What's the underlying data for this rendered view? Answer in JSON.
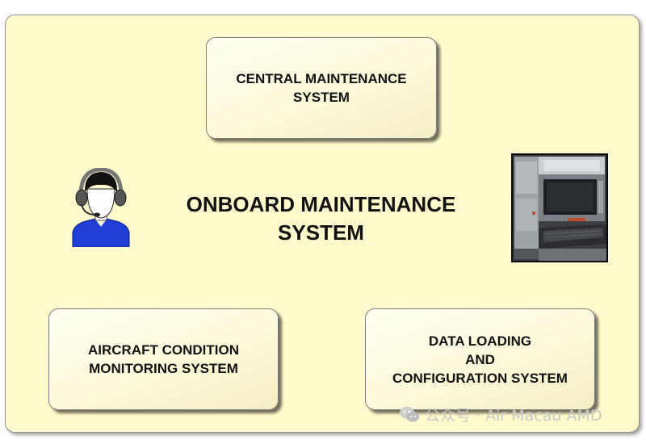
{
  "diagram": {
    "center_title": "ONBOARD MAINTENANCE\nSYSTEM",
    "boxes": {
      "central": "CENTRAL MAINTENANCE\nSYSTEM",
      "acms": "AIRCRAFT CONDITION\nMONITORING SYSTEM",
      "dlcs": "DATA LOADING\nAND\nCONFIGURATION SYSTEM"
    }
  },
  "watermark": {
    "text": "公众号 · Air Macau AMD"
  },
  "icons": {
    "pilot": "pilot-headset-icon",
    "terminal": "maintenance-terminal-icon",
    "wechat": "wechat-icon"
  },
  "colors": {
    "background": "#fffbcc",
    "box_fill": "#fdf9da",
    "pilot_shirt": "#1f3fd6"
  }
}
